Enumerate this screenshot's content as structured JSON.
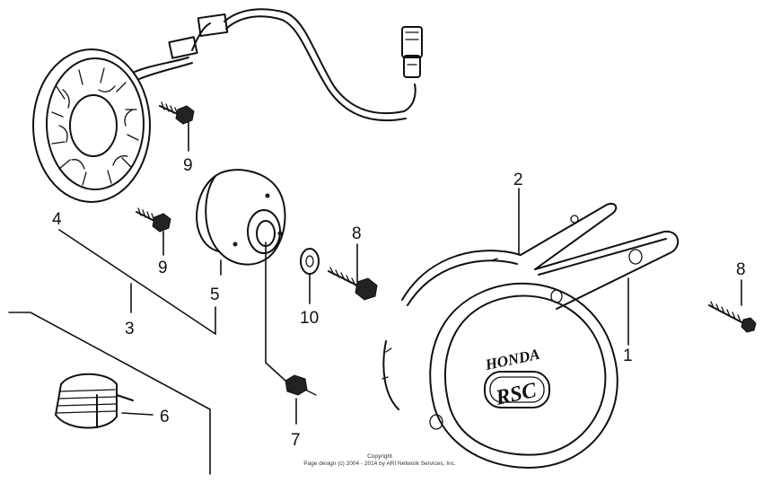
{
  "callouts": {
    "c1": "1",
    "c2": "2",
    "c3": "3",
    "c4": "4",
    "c5": "5",
    "c6": "6",
    "c7": "7",
    "c8a": "8",
    "c8b": "8",
    "c9a": "9",
    "c9b": "9",
    "c10": "10"
  },
  "cover": {
    "brand": "HONDA",
    "model": "RSC"
  },
  "copyright": {
    "line1": "Copyright",
    "line2": "Page design (c) 2004 - 2014 by ARI Network Services, Inc."
  }
}
